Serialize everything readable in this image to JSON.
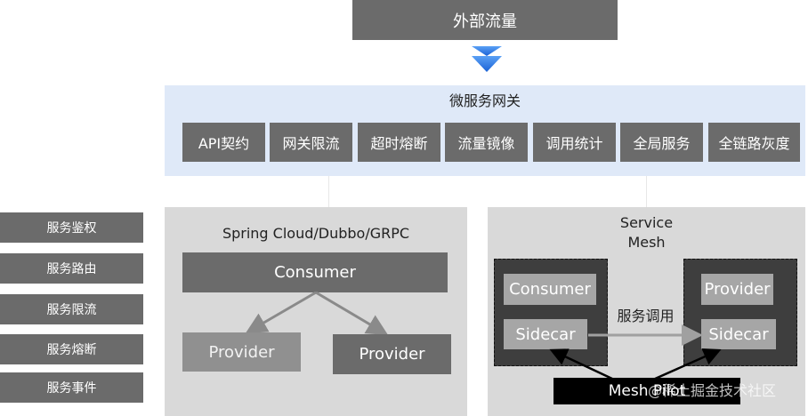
{
  "external_traffic": "外部流量",
  "gateway": {
    "title": "微服务网关",
    "features": [
      "API契约",
      "网关限流",
      "超时熔断",
      "流量镜像",
      "调用统计",
      "全局服务",
      "全链路灰度"
    ]
  },
  "side_items": [
    "服务鉴权",
    "服务路由",
    "服务限流",
    "服务熔断",
    "服务事件"
  ],
  "spring": {
    "title": "Spring Cloud/Dubbo/GRPC",
    "consumer": "Consumer",
    "provider_left": "Provider",
    "provider_right": "Provider"
  },
  "mesh": {
    "title_line1": "Service",
    "title_line2": "Mesh",
    "left_consumer": "Consumer",
    "left_sidecar": "Sidecar",
    "right_provider": "Provider",
    "right_sidecar": "Sidecar",
    "call_label": "服务调用",
    "pilot": "Mesh Pilot"
  },
  "watermark": "@稀土掘金技术社区",
  "colors": {
    "box_dark": "#6b6b6b",
    "gateway_bg": "#dfe9f8",
    "panel_bg": "#d9d9d9",
    "arrow_blue": "#1a6fe0",
    "mesh_group": "#3e3e3e",
    "mesh_box": "#a6a6a6"
  }
}
